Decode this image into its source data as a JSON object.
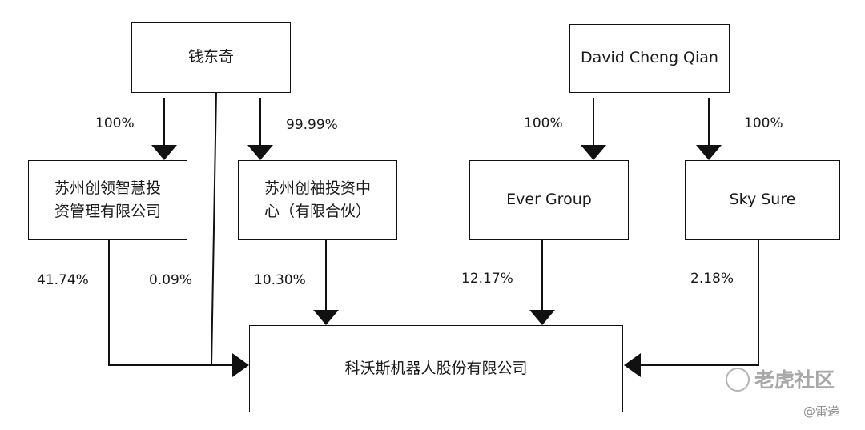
{
  "entities": {
    "qian_dongqi": "钱东奇",
    "david_cheng_qian": "David Cheng Qian",
    "lingzhi_line1": "苏州创领智慧投",
    "lingzhi_line2": "资管理有限公司",
    "chuangxiu_line1": "苏州创袖投资中",
    "chuangxiu_line2": "心（有限合伙）",
    "ever_group": "Ever Group",
    "sky_sure": "Sky Sure",
    "ecovacs": "科沃斯机器人股份有限公司"
  },
  "percentages": {
    "qian_to_lingzhi": "100%",
    "qian_to_chuangxiu": "99.99%",
    "david_to_ever": "100%",
    "david_to_sky": "100%",
    "lingzhi_to_ecovacs": "41.74%",
    "qian_to_ecovacs": "0.09%",
    "chuangxiu_to_ecovacs": "10.30%",
    "ever_to_ecovacs": "12.17%",
    "sky_to_ecovacs": "2.18%"
  },
  "watermark": {
    "brand": "老虎社区",
    "user": "@雷递"
  }
}
